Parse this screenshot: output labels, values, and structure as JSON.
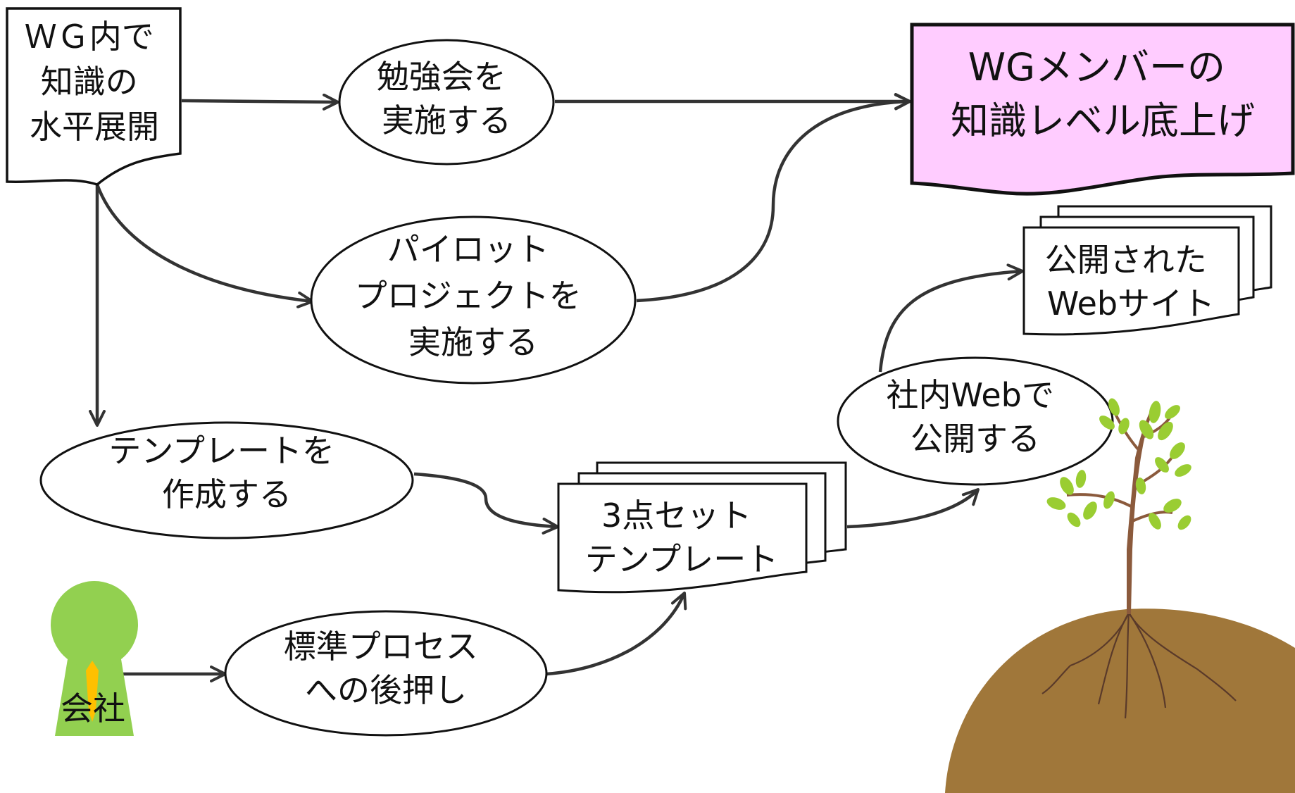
{
  "nodes": {
    "wg_spread": {
      "lines": [
        "ＷＧ内で",
        "知識の",
        "水平展開"
      ]
    },
    "study": {
      "lines": [
        "勉強会を",
        "実施する"
      ]
    },
    "goal": {
      "lines": [
        "WGメンバーの",
        "知識レベル底上げ"
      ]
    },
    "pilot": {
      "lines": [
        "パイロット",
        "プロジェクトを",
        "実施する"
      ]
    },
    "website": {
      "lines": [
        "公開された",
        "Webサイト"
      ]
    },
    "publish": {
      "lines": [
        "社内Webで",
        "公開する"
      ]
    },
    "template": {
      "lines": [
        "テンプレートを",
        "作成する"
      ]
    },
    "three_set": {
      "lines": [
        "3点セット",
        "テンプレート"
      ]
    },
    "support": {
      "lines": [
        "標準プロセス",
        "への後押し"
      ]
    },
    "company": {
      "lines": [
        "会社"
      ]
    }
  },
  "colors": {
    "goal_fill": "#ffccff",
    "company_green": "#92d050",
    "company_tie": "#ffc000",
    "soil": "#a0773a",
    "leaf": "#9acd32",
    "trunk": "#8b5a3c",
    "stroke": "#333333"
  }
}
